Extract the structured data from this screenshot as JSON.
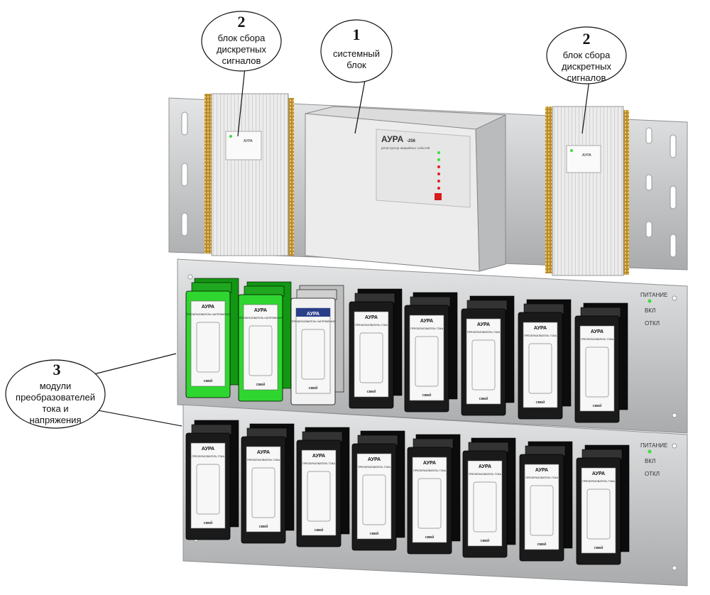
{
  "callouts": {
    "system_unit": {
      "number": "1",
      "line1": "системный",
      "line2": "блок"
    },
    "discrete_left": {
      "number": "2",
      "line1": "блок сбора",
      "line2": "дискретных",
      "line3": "сигналов"
    },
    "discrete_right": {
      "number": "2",
      "line1": "блок сбора",
      "line2": "дискретных",
      "line3": "сигналов"
    },
    "converters": {
      "number": "3",
      "line1": "модули",
      "line2": "преобразователей",
      "line3": "тока и",
      "line4": "напряжения"
    }
  },
  "system_unit": {
    "brand": "АУРА",
    "model": "-256",
    "subtitle": "регистратор аварийных событий"
  },
  "module": {
    "brand": "АУРА",
    "type_current": "ПРЕОБРАЗОВАТЕЛЬ ТОКА",
    "type_voltage": "ПРЕОБРАЗОВАТЕЛЬ НАПРЯЖЕНИЯ",
    "footer": "СВЕЙ"
  },
  "panel": {
    "power": "ПИТАНИЕ",
    "on": "ВКЛ",
    "off": "ОТКЛ"
  },
  "colors": {
    "rack": "#c9cbcc",
    "module_black": "#1a1a1a",
    "module_green": "#2fd62f",
    "module_white": "#f2f2f2",
    "led_green": "#3ddc3d",
    "led_red": "#e02020"
  }
}
